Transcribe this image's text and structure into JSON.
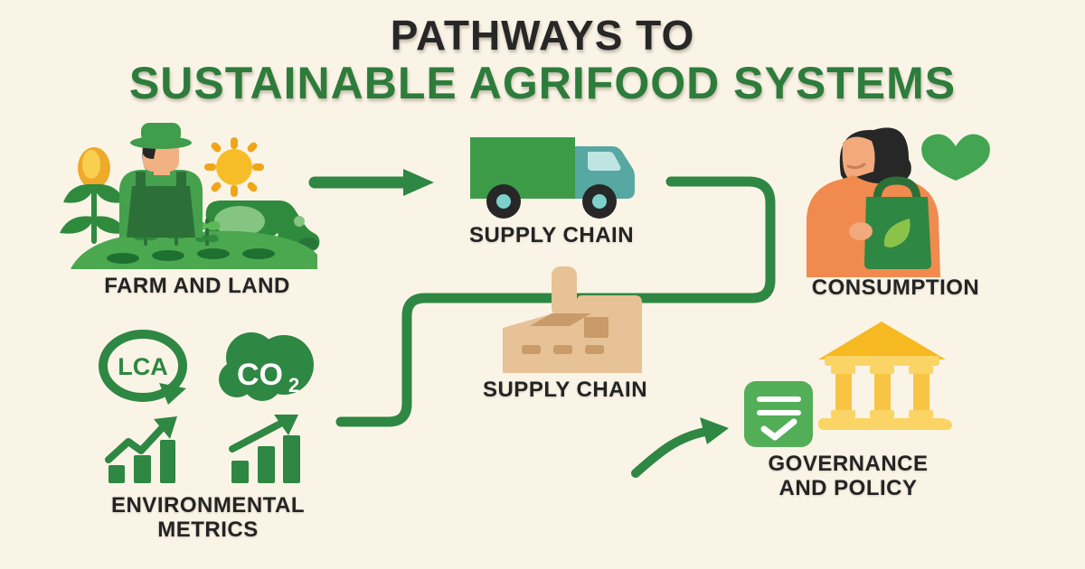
{
  "title": {
    "line1": "PATHWAYS TO",
    "line2": "SUSTAINABLE AGRIFOOD SYSTEMS"
  },
  "labels": {
    "farm": "FARM AND LAND",
    "supply_chain_truck": "SUPPLY CHAIN",
    "consumption": "CONSUMPTION",
    "supply_chain_factory": "SUPPLY CHAIN",
    "metrics_line1": "ENVIRONMENTAL",
    "metrics_line2": "METRICS",
    "governance_line1": "GOVERNANCE",
    "governance_line2": "AND POLICY"
  },
  "badges": {
    "lca": "LCA",
    "co2_main": "CO",
    "co2_sub": "2"
  },
  "icons": [
    "farmer-icon",
    "corn-icon",
    "sun-icon",
    "cow-icon",
    "field-mound-icon",
    "delivery-truck-icon",
    "shopper-icon",
    "eco-bag-icon",
    "heart-icon",
    "factory-icon",
    "lca-cycle-icon",
    "co2-cloud-icon",
    "bar-chart-up-icon",
    "bar-chart-up-icon-2",
    "checklist-icon",
    "institution-bank-icon",
    "arrow-right-icon",
    "connector-path",
    "s-connector-path",
    "curved-arrow-icon"
  ],
  "colors": {
    "background": "#faf4e7",
    "title_dark": "#272727",
    "title_green": "#2e7c3c",
    "primary_green": "#2e8742",
    "mid_green": "#45a14d",
    "dark_green": "#2c7038",
    "light_green": "#85c581",
    "teal": "#57a7a2",
    "teal_light": "#bfe5e3",
    "tan": "#e7c296",
    "tan_dark": "#c89b68",
    "yellow": "#f6b921",
    "yellow_light": "#fbd466",
    "orange": "#f08a4e",
    "skin": "#f2b183",
    "label_dark": "#242424"
  }
}
